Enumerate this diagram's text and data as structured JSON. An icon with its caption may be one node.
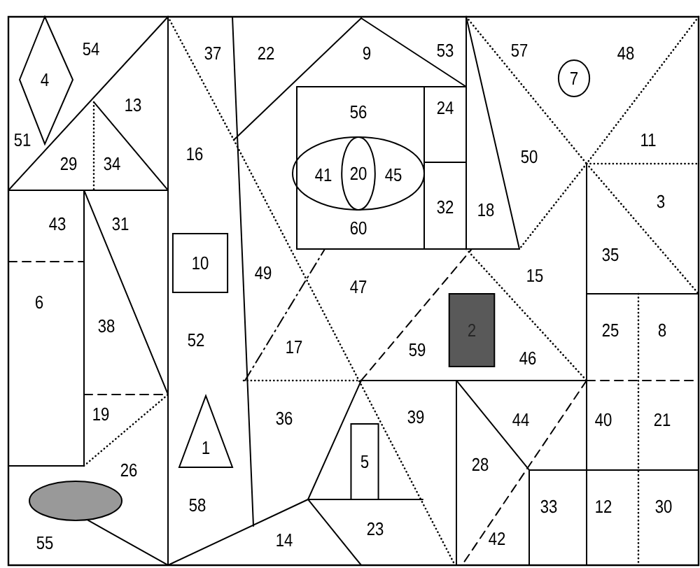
{
  "diagram": {
    "nodes": [
      {
        "text": [
          "4"
        ]
      },
      {
        "text": [
          "7"
        ]
      },
      {
        "text": [
          "41",
          "45"
        ]
      },
      {
        "text": [
          "20"
        ],
        "in": 2
      },
      {
        "text": [
          "10"
        ]
      },
      {
        "text": [
          "2"
        ]
      },
      {
        "text": [
          "1"
        ]
      },
      {
        "text": [
          "5"
        ]
      },
      {
        "text": [],
        "shape": "ellipse"
      }
    ],
    "labels": [
      "54",
      "37",
      "22",
      "9",
      "53",
      "57",
      "48",
      "13",
      "11",
      "56",
      "24",
      "51",
      "50",
      "29",
      "34",
      "16",
      "3",
      "43",
      "31",
      "32",
      "18",
      "60",
      "35",
      "49",
      "47",
      "15",
      "6",
      "38",
      "52",
      "17",
      "59",
      "46",
      "25",
      "8",
      "19",
      "36",
      "39",
      "44",
      "40",
      "21",
      "26",
      "28",
      "58",
      "33",
      "12",
      "30",
      "55",
      "14",
      "23",
      "42"
    ]
  }
}
